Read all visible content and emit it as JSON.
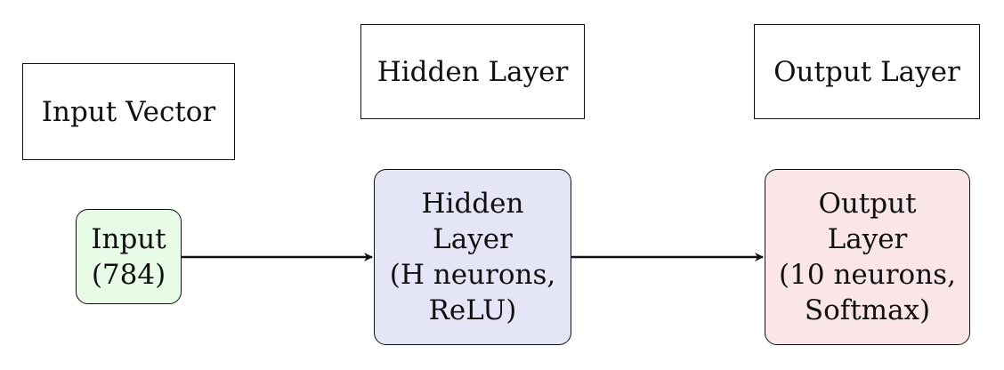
{
  "labels": {
    "input": "Input Vector",
    "hidden": "Hidden Layer",
    "output": "Output Layer"
  },
  "nodes": {
    "input": {
      "lines": [
        "Input",
        "(784)"
      ],
      "fill": "#e8fbe6"
    },
    "hidden": {
      "lines": [
        "Hidden",
        "Layer",
        "(H neurons,",
        "ReLU)"
      ],
      "fill": "#e4e6f8"
    },
    "output": {
      "lines": [
        "Output",
        "Layer",
        "(10 neurons,",
        "Softmax)"
      ],
      "fill": "#fae6e6"
    }
  },
  "colors": {
    "stroke": "#111111"
  }
}
